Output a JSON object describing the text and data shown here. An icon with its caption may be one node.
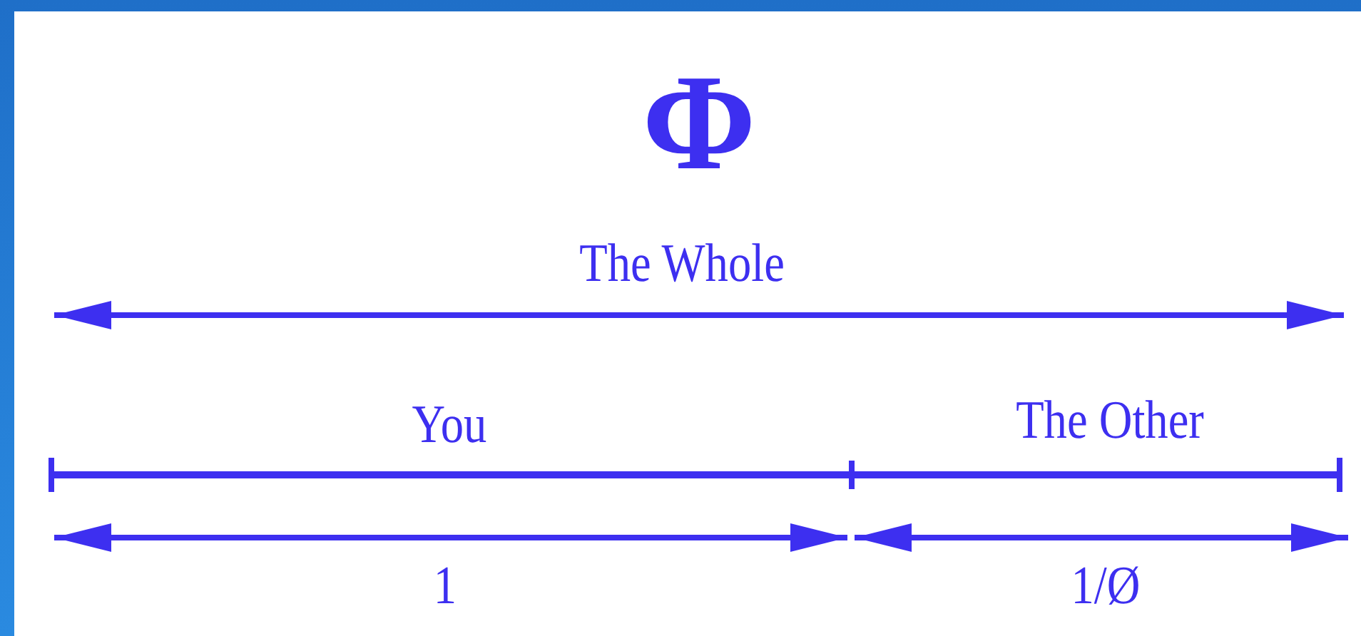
{
  "diagram": {
    "labels": [
      "Φ",
      "The Whole",
      "You",
      "The Other",
      "1",
      "1/Ø"
    ]
  }
}
